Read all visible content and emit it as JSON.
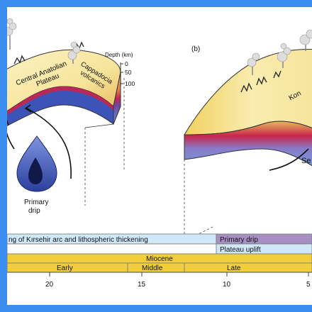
{
  "panel_b_label": "(b)",
  "depth_axis": {
    "title": "Depth (km)",
    "ticks": [
      "0",
      "50",
      "100"
    ]
  },
  "panel_a_labels": {
    "plateau": "Central Anatolian",
    "plateau_2": "Plateau",
    "volcanics": "Cappadocia",
    "volcanics_2": "volcanics",
    "drip": "Primary",
    "drip_2": "drip"
  },
  "panel_b_labels": {
    "region": "Kon",
    "region_2": "Se"
  },
  "timeline": {
    "row1_left": "ng of Kırsehir arc and lithospheric thickening",
    "row1_right": "Primary drip",
    "row2_right": "Plateau uplift",
    "row3": "Miocene",
    "row4": [
      "Early",
      "Middle",
      "Late"
    ],
    "ticks": [
      "20",
      "15",
      "10",
      "5"
    ]
  },
  "colors": {
    "background": "#3b8ef0",
    "slab_blue": "#3c54b8",
    "crust_yellow": "#f7e8a0",
    "moho_red": "#c8244c",
    "bar_blue": "#d0e8f8",
    "bar_yellow": "#f0cf3a",
    "bar_purple": "#a78fc4"
  }
}
